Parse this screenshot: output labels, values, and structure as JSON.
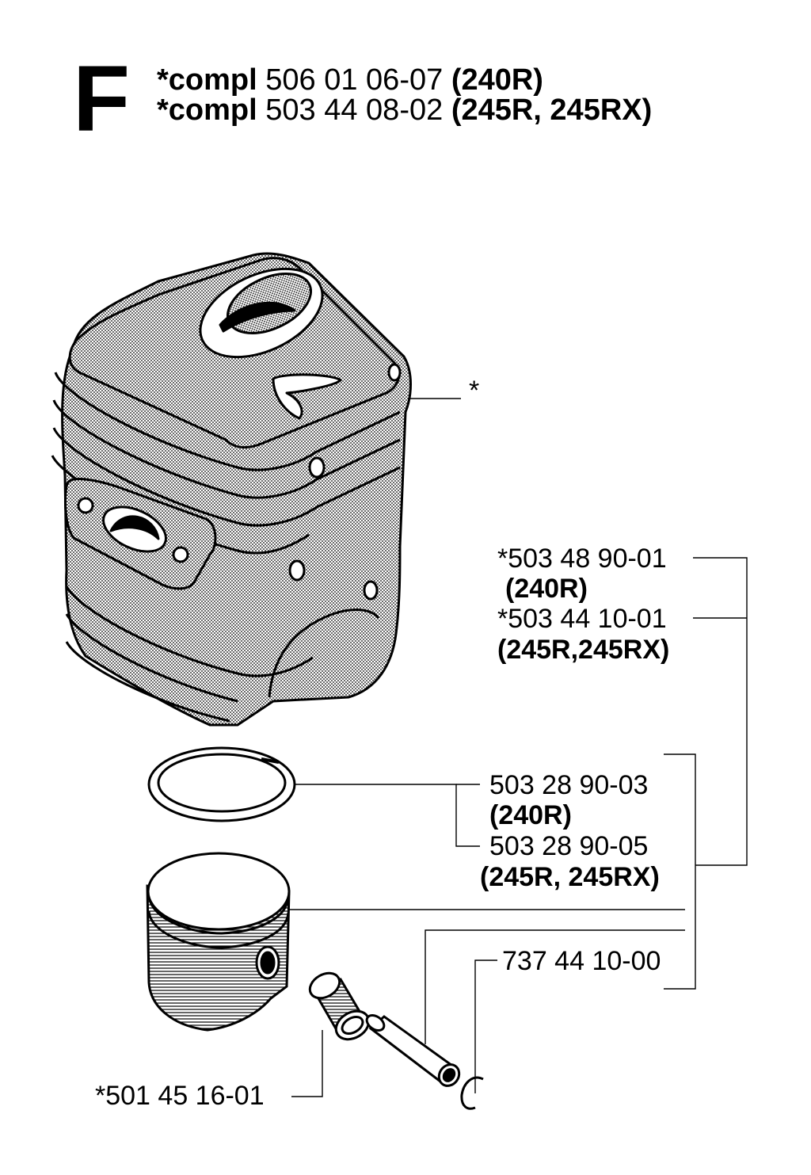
{
  "section": {
    "letter": "F"
  },
  "header": {
    "lines": [
      {
        "prefix": "*compl",
        "part": "506 01 06-07",
        "models": "(240R)"
      },
      {
        "prefix": "*compl",
        "part": "503 44 08-02",
        "models": "(245R, 245RX)"
      }
    ]
  },
  "callouts": {
    "cylinder": "*",
    "kit_240r_part": "*503 48 90-01",
    "kit_240r_models": "(240R)",
    "kit_245r_part": "*503 44 10-01",
    "kit_245r_models": "(245R,245RX)",
    "ring_240r_part": "503 28 90-03",
    "ring_240r_models": "(240R)",
    "ring_245r_part": "503 28 90-05",
    "ring_245r_models": "(245R, 245RX)",
    "circlip_part": "737 44 10-00",
    "needle_bearing_part": "*501 45 16-01"
  },
  "icons": {
    "cylinder": "cylinder-illustration-icon",
    "piston_ring": "piston-ring-icon",
    "piston": "piston-icon",
    "needle_bearing": "needle-bearing-icon",
    "piston_pin": "piston-pin-icon",
    "circlip": "circlip-icon"
  },
  "colors": {
    "ink": "#000000",
    "paper": "#ffffff"
  }
}
